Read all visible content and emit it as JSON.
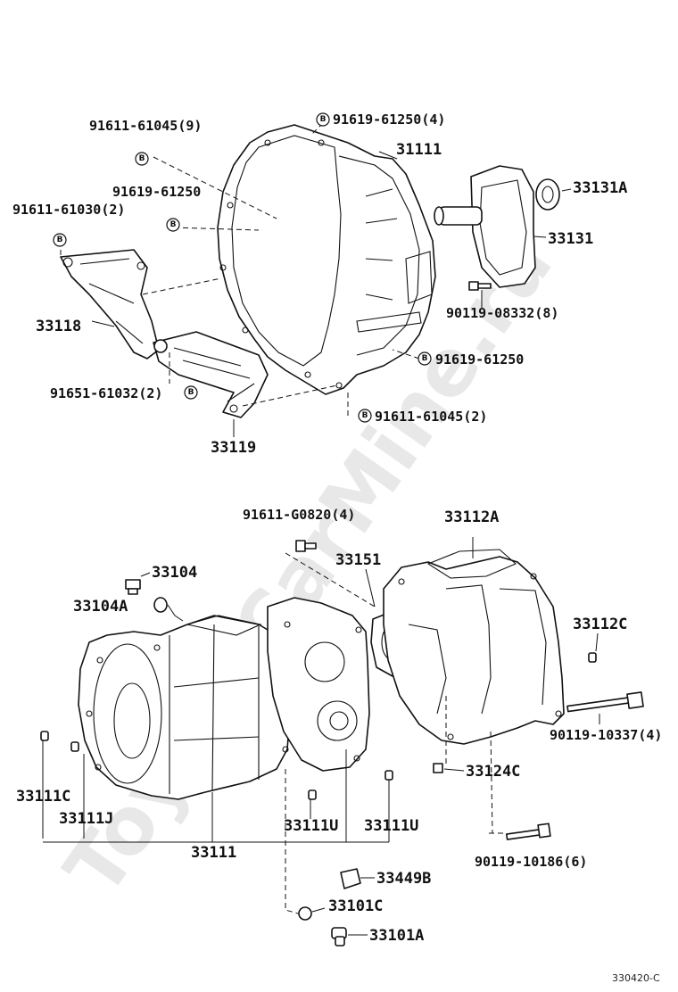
{
  "watermark": "ToyotaCarMine.ru",
  "figure_code": "330420-C",
  "marker_letter": "B",
  "labels": {
    "p_91611_61045_9": "91611-61045(9)",
    "p_91619_61250_4": "91619-61250(4)",
    "p_31111": "31111",
    "p_33131A": "33131A",
    "p_91619_61250_a": "91619-61250",
    "p_91611_61030_2": "91611-61030(2)",
    "p_33131": "33131",
    "p_90119_08332_8": "90119-08332(8)",
    "p_33118": "33118",
    "p_91619_61250_b": "91619-61250",
    "p_91651_61032_2": "91651-61032(2)",
    "p_91611_61045_2": "91611-61045(2)",
    "p_33119": "33119",
    "p_91611_G0820_4": "91611-G0820(4)",
    "p_33112A": "33112A",
    "p_33151": "33151",
    "p_33104": "33104",
    "p_33104A": "33104A",
    "p_33112C": "33112C",
    "p_90119_10337_4": "90119-10337(4)",
    "p_33124C": "33124C",
    "p_33111C": "33111C",
    "p_33111J": "33111J",
    "p_33111U_a": "33111U",
    "p_33111U_b": "33111U",
    "p_33111": "33111",
    "p_90119_10186_6": "90119-10186(6)",
    "p_33449B": "33449B",
    "p_33101C": "33101C",
    "p_33101A": "33101A"
  }
}
